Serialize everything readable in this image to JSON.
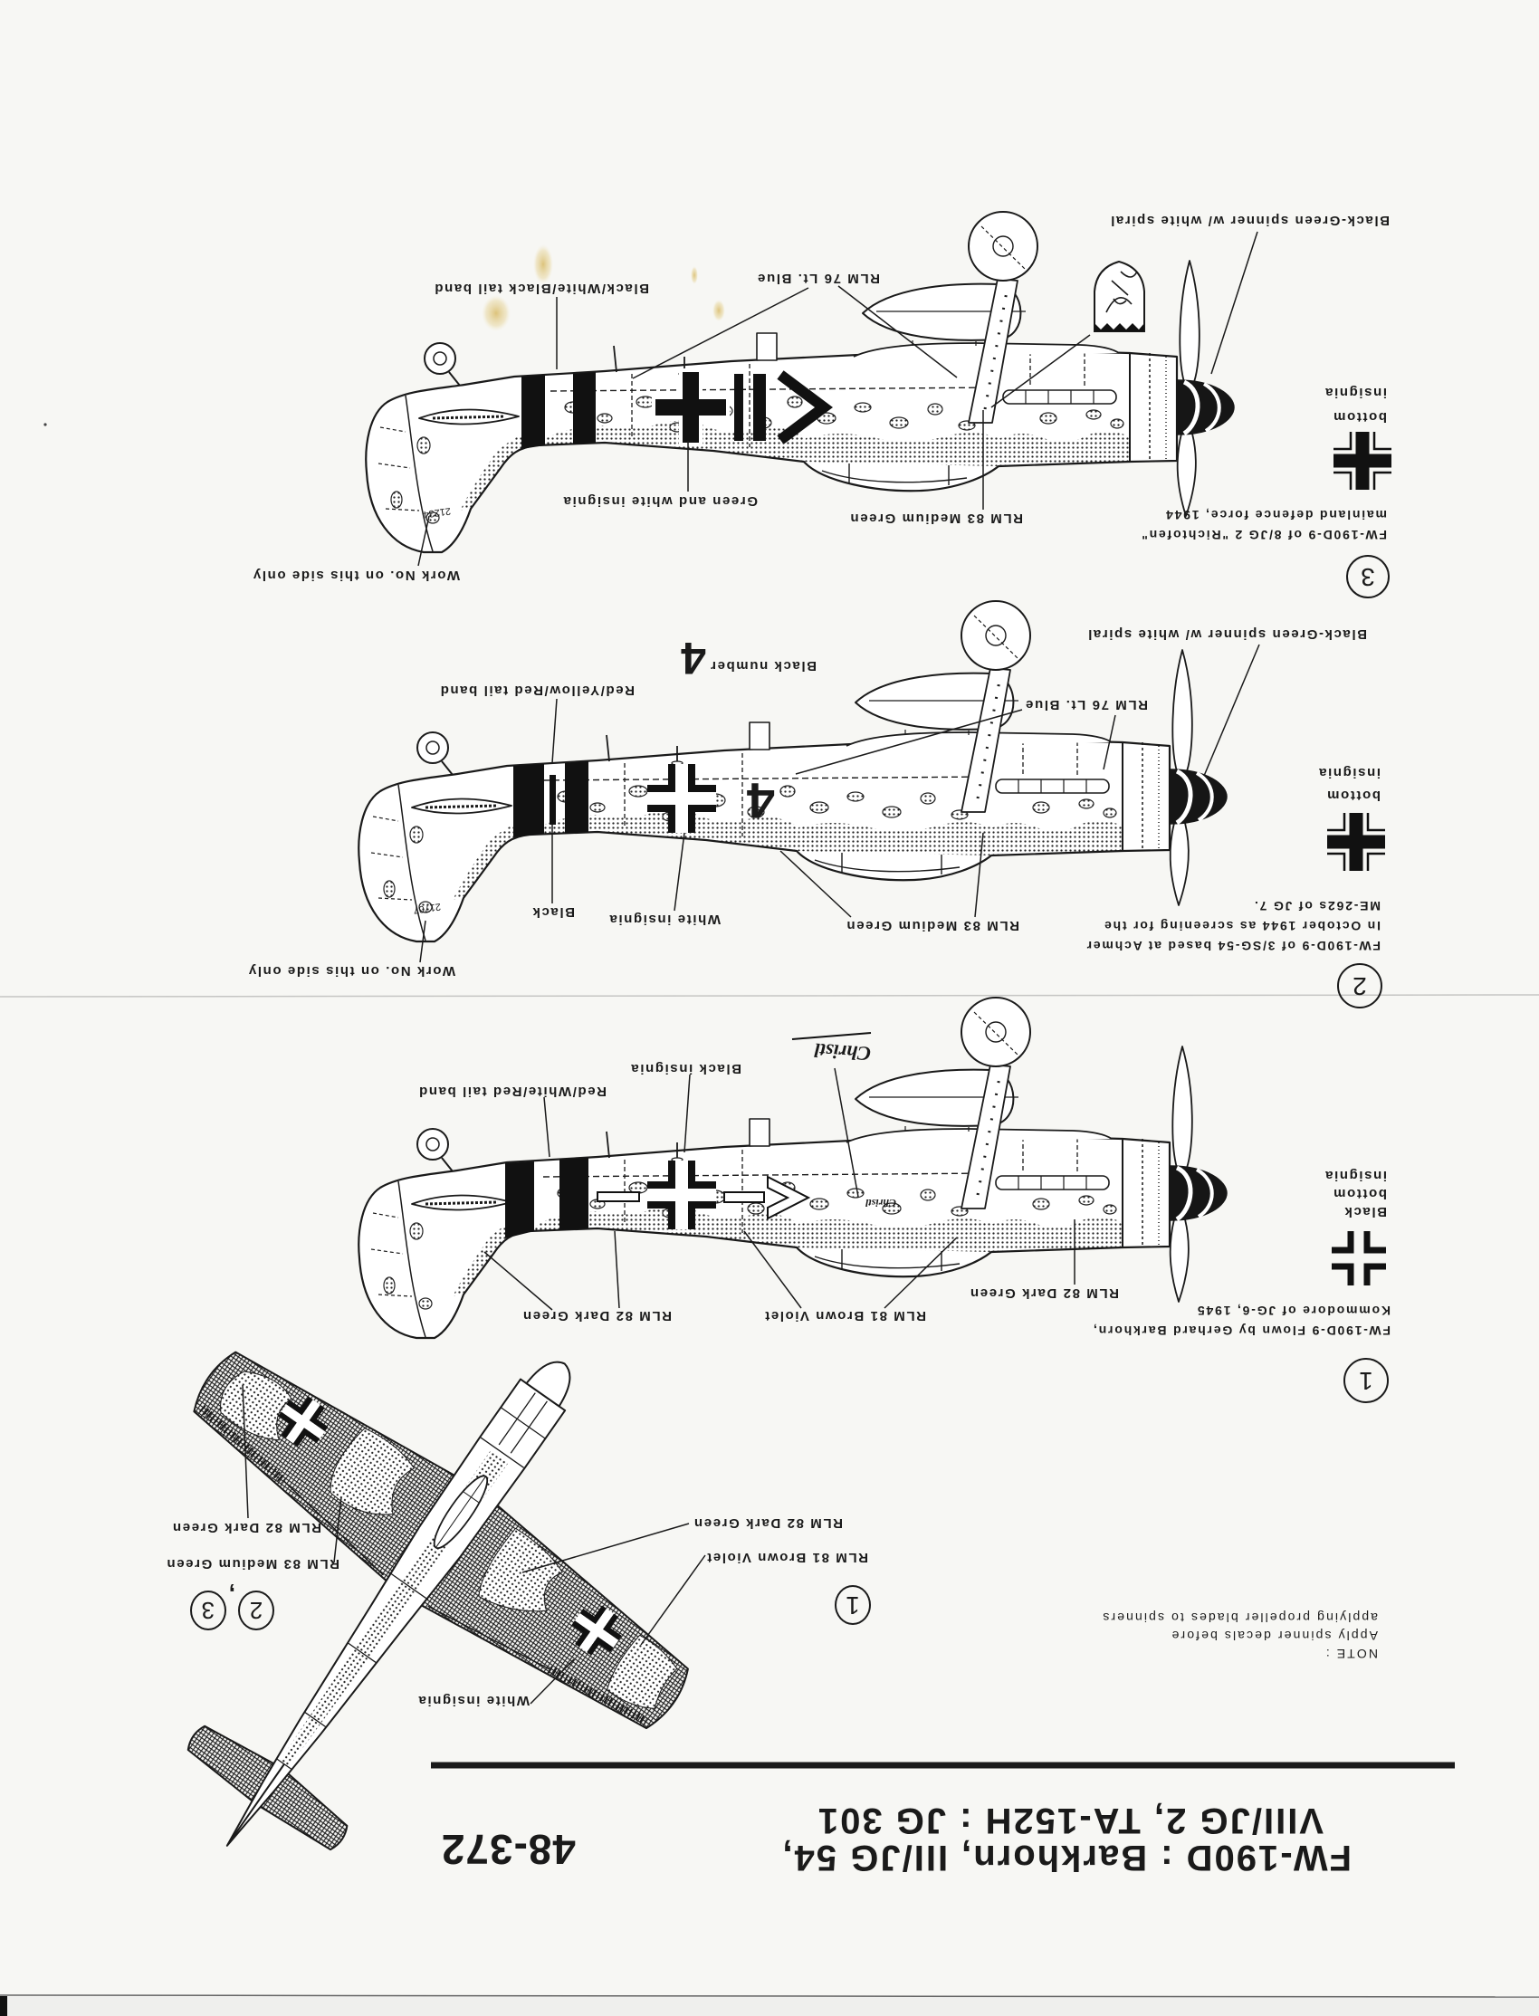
{
  "colors": {
    "paper": "#f7f7f4",
    "ink": "#1a1a1a"
  },
  "header": {
    "title_line1": "FW-190D : Barkhorn, III/JG 54,",
    "title_line2": "VIII/JG 2, TA-152H : JG 301",
    "product_code": "48-372"
  },
  "note": {
    "heading": "NOTE :",
    "line1": "Apply spinner decals before",
    "line2": "applying propeller blades to spinners"
  },
  "top_view": {
    "scheme_left": "1",
    "scheme_right": [
      "2",
      "3"
    ],
    "scheme_separator": ",",
    "labels": {
      "rlm81": "RLM 81 Brown Violet",
      "rlm82_inner": "RLM 82 Dark Green",
      "rlm82_outer": "RLM 82 Dark Green",
      "rlm83": "RLM 83 Medium Green",
      "insignia": "White insignia"
    }
  },
  "profiles": [
    {
      "number": "1",
      "description": [
        "FW-190D-9 Flown by Gerhard Barkhorn,",
        "Kommodore of JG-6, 1945"
      ],
      "bottom_insignia": [
        "Black",
        "bottom",
        "insignia"
      ],
      "name_decal": "Christl",
      "labels": {
        "tail_band": "Red/White/Red tail band",
        "insignia": "Black insignia",
        "rlm82_nose": "RLM 82 Dark Green",
        "rlm81": "RLM 81 Brown Violet",
        "rlm82_tail": "RLM 82 Dark Green"
      }
    },
    {
      "number": "2",
      "description": [
        "FW-190D-9 of 3/SG-54 based at Achmer",
        "In October 1944 as screening for the",
        "ME-262s of JG 7."
      ],
      "bottom_insignia": [
        "bottom",
        "insignia"
      ],
      "aircraft_number": "4",
      "work_number": "21707",
      "labels": {
        "spinner": "Black-Green spinner w/ white spiral",
        "rlm76": "RLM 76 Lt. Blue",
        "black_number": "Black number",
        "tail_band": "Red/Yellow/Red tail band",
        "band_center": "Black",
        "insignia": "White insignia",
        "rlm83": "RLM 83 Medium Green",
        "work_no": "Work No. on this side only"
      }
    },
    {
      "number": "3",
      "description": [
        "FW-190D-9 of 8/JG 2 \"Richtofen\"",
        "mainland defence force, 1944"
      ],
      "bottom_insignia": [
        "bottom",
        "insignia"
      ],
      "work_number": "21234",
      "labels": {
        "spinner": "Black-Green spinner w/ white spiral",
        "rlm76": "RLM 76 Lt. Blue",
        "tail_band": "Black/White/Black tail band",
        "insignia": "Green and white insignia",
        "rlm83": "RLM 83 Medium Green",
        "work_no": "Work No. on this side only"
      }
    }
  ]
}
